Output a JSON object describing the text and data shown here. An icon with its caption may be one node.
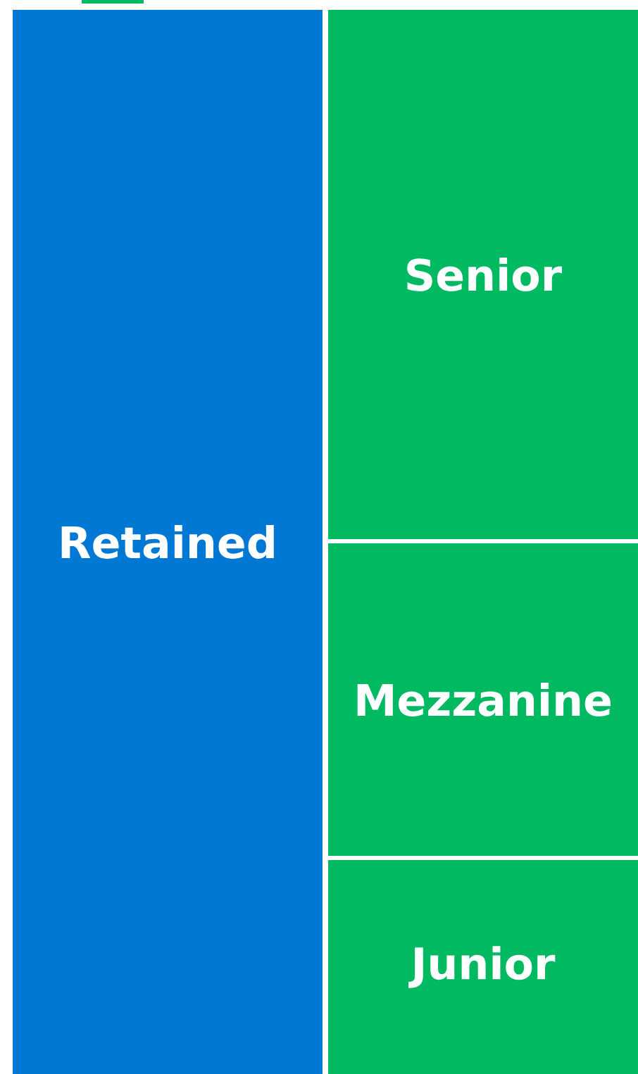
{
  "diagram": {
    "nodes": [
      {
        "text": [
          "Retained"
        ]
      },
      {
        "text": [
          "Senior"
        ]
      },
      {
        "text": [
          "Mezzanine"
        ]
      },
      {
        "text": [
          "Junior"
        ]
      }
    ]
  }
}
